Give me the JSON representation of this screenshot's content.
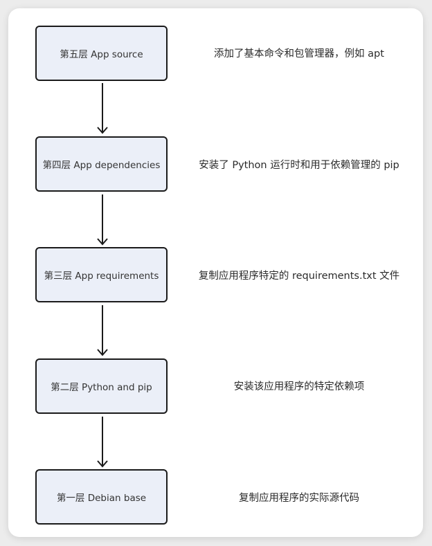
{
  "diagram": {
    "title": "",
    "layers": [
      {
        "label": "第五层 App source",
        "description": "添加了基本命令和包管理器，例如 apt"
      },
      {
        "label": "第四层 App dependencies",
        "description": "安装了 Python 运行时和用于依赖管理的 pip"
      },
      {
        "label": "第三层 App requirements",
        "description": "复制应用程序特定的 requirements.txt 文件"
      },
      {
        "label": "第二层 Python and pip",
        "description": "安装该应用程序的特定依赖项"
      },
      {
        "label": "第一层 Debian base",
        "description": "复制应用程序的实际源代码"
      }
    ],
    "colors": {
      "box_fill": "#ebeff8",
      "box_border": "#1a1a1a",
      "arrow": "#1a1a1a",
      "background": "#ffffff"
    }
  }
}
